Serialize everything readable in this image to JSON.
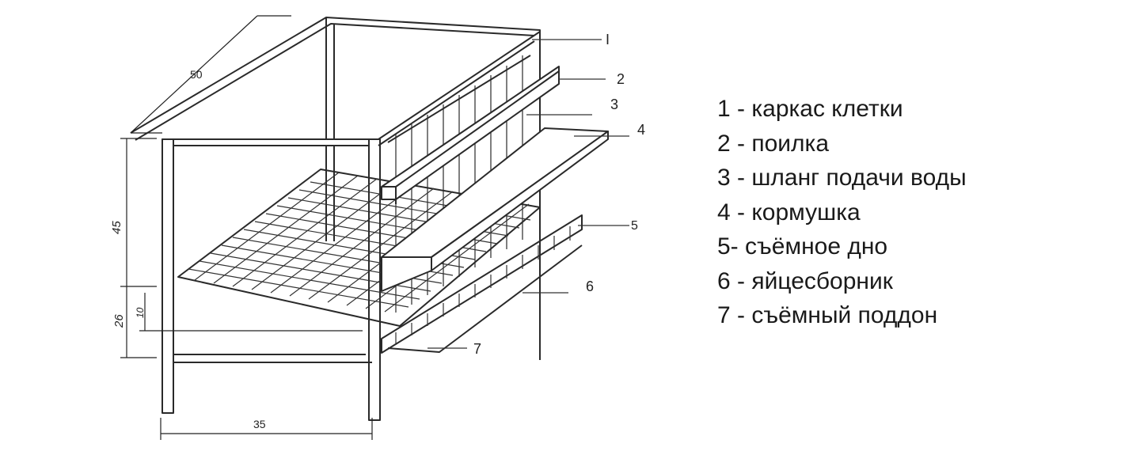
{
  "diagram": {
    "callouts": {
      "c1": "I",
      "c2": "2",
      "c3": "3",
      "c4": "4",
      "c5": "5",
      "c6": "6",
      "c7": "7"
    },
    "dimensions": {
      "depth": "50",
      "height": "45",
      "lower_height": "26",
      "tray_height": "10",
      "width": "35"
    }
  },
  "legend": {
    "items": [
      "1 - каркас клетки",
      "2 - поилка",
      "3 - шланг подачи воды",
      "4 - кормушка",
      "5- съёмное дно",
      "6 - яйцесборник",
      "7 - съёмный поддон"
    ]
  }
}
